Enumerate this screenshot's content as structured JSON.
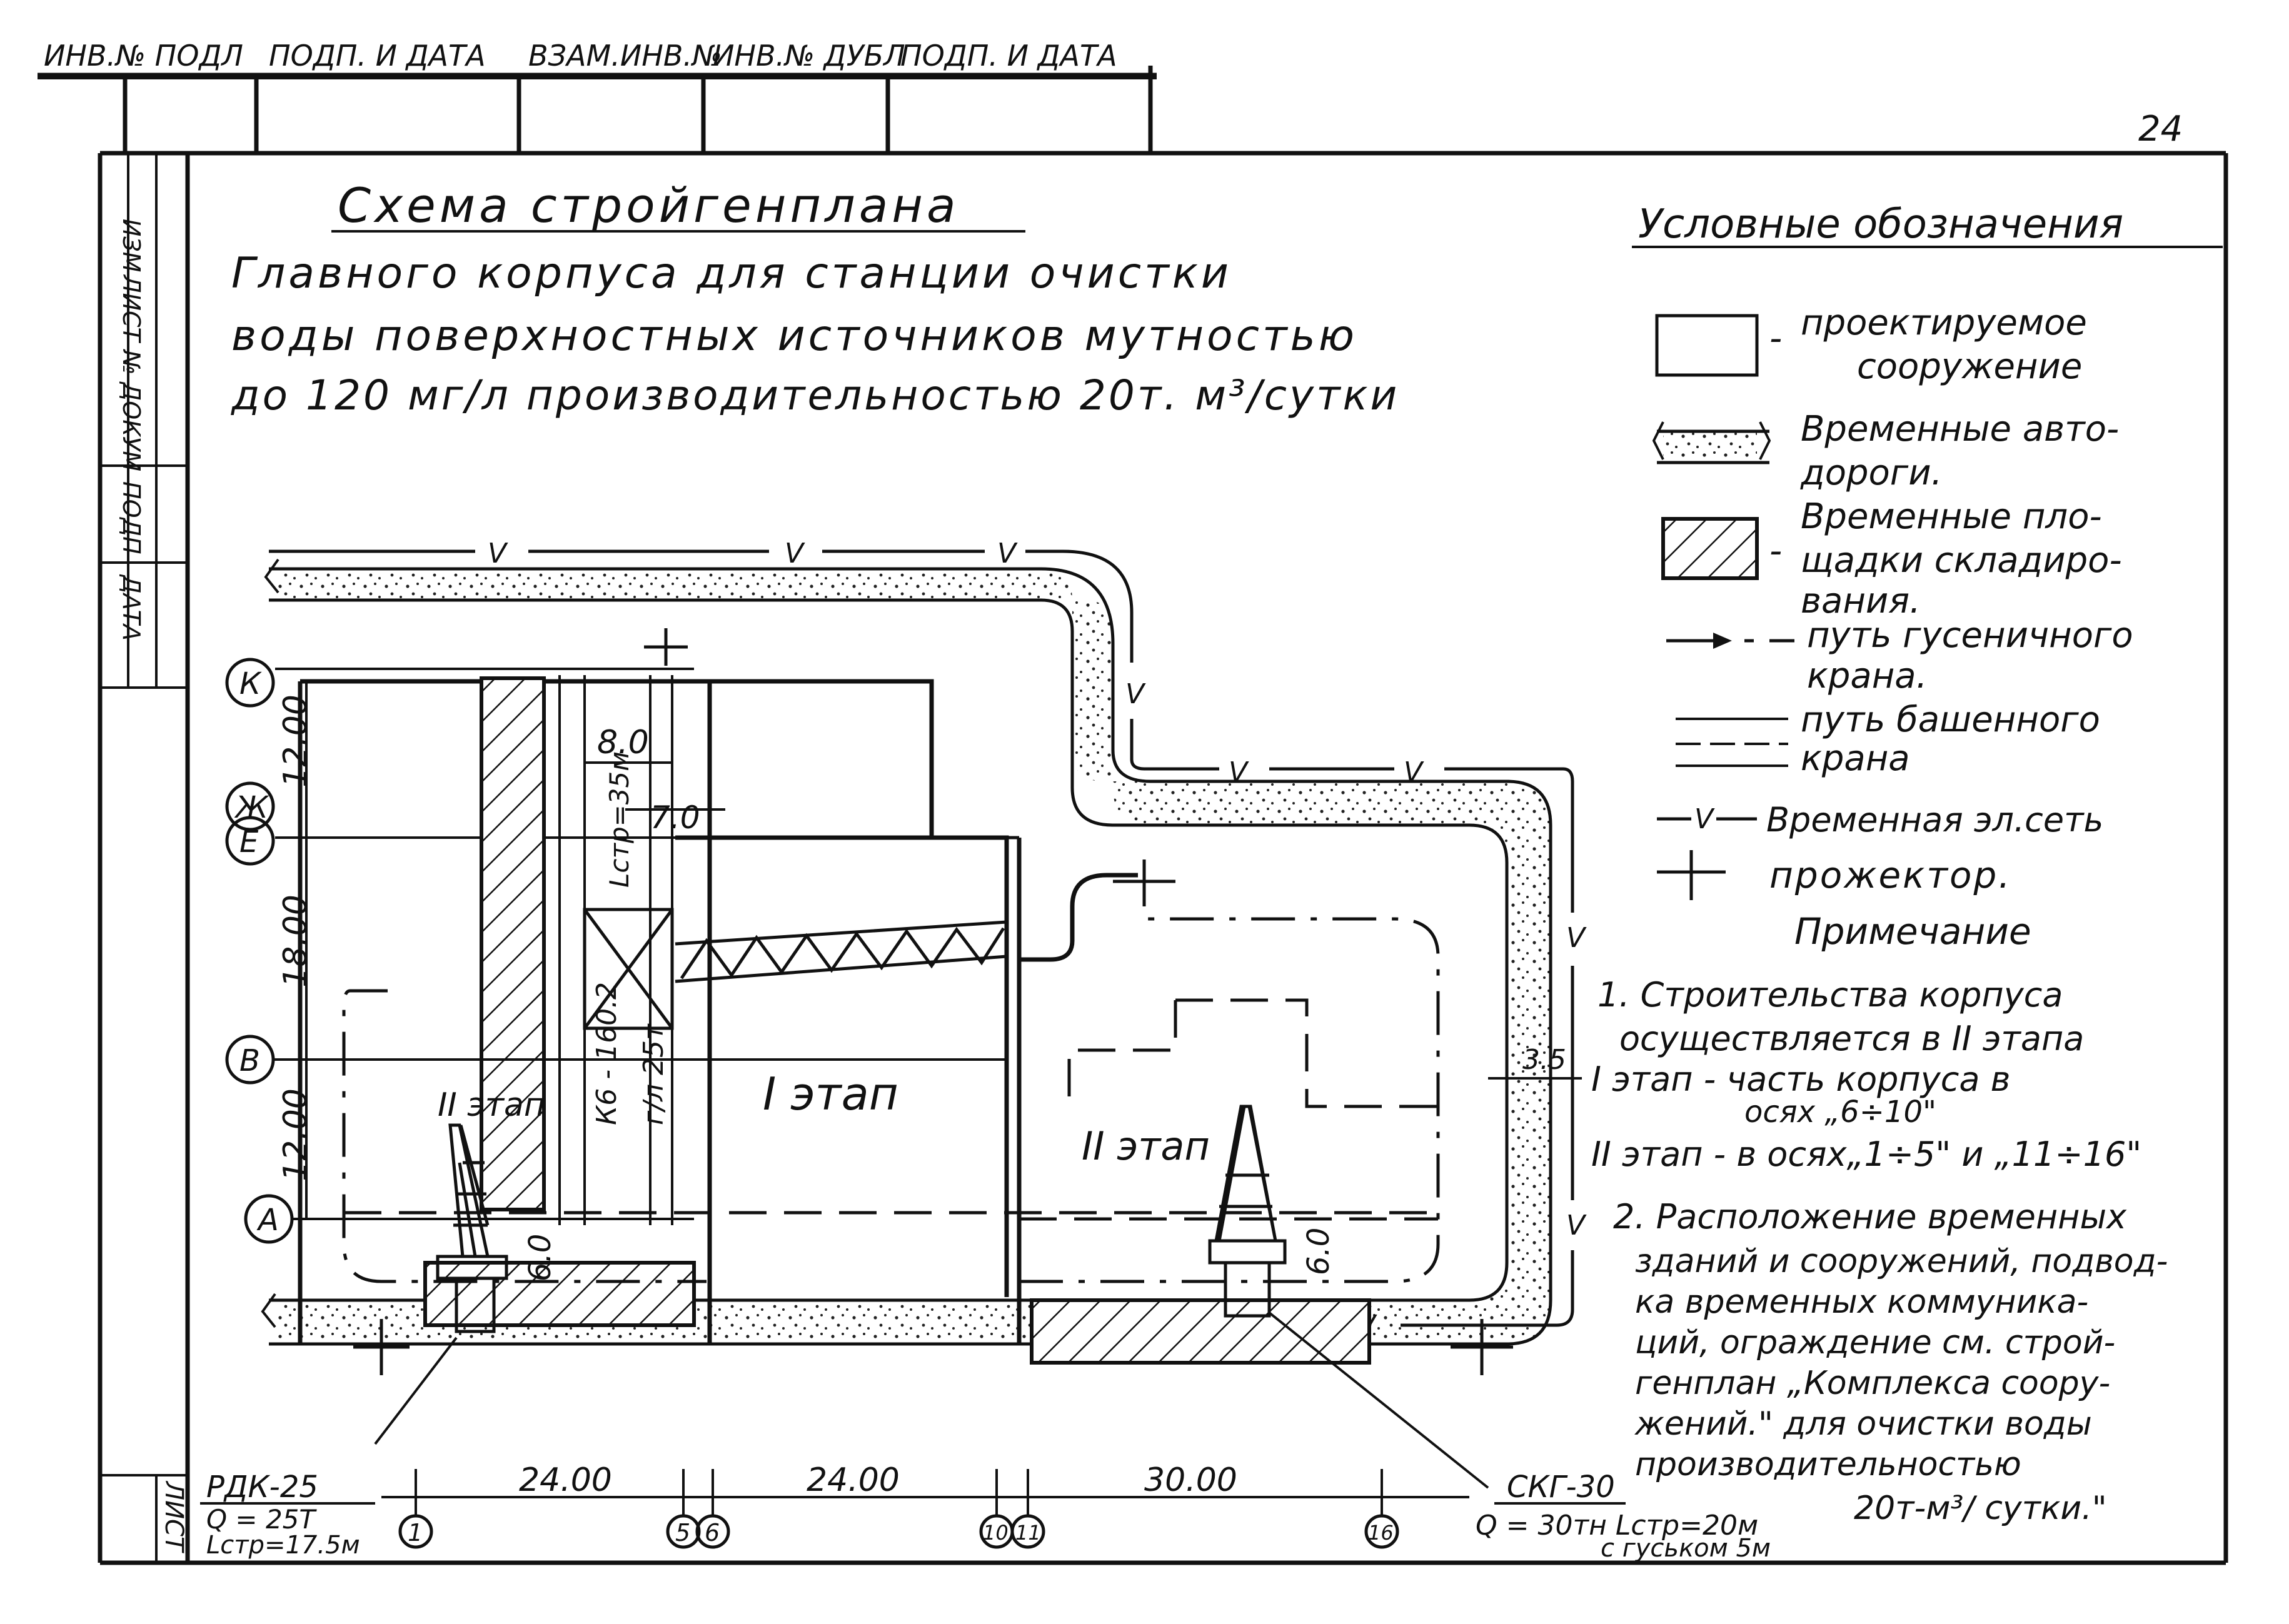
{
  "stamp_header": [
    "ИНВ.№ ПОДЛ",
    "ПОДП. И ДАТА",
    "ВЗАМ.ИНВ.№",
    "ИНВ.№ ДУБЛ",
    "ПОДП. И ДАТА"
  ],
  "left_strip": [
    "ИЗМ",
    "ЛИСТ",
    "№ ДОКУМ",
    "ПОДП",
    "ДАТА"
  ],
  "sheet_label": "ЛИСТ",
  "page_number": "24",
  "title": {
    "line1": "Схема стройгенплана",
    "line2": "Главного корпуса для станции очистки",
    "line3": "воды поверхностных источников мутностью",
    "line4": "до 120 мг/л производительностью 20т. м³/сутки"
  },
  "legend": {
    "heading": "Условные обозначения",
    "item1_a": "проектируемое",
    "item1_b": "сооружение",
    "item2_a": "Временные авто-",
    "item2_b": "дороги.",
    "item3_a": "Временные пло-",
    "item3_b": "щадки складиро-",
    "item3_c": "вания.",
    "item4_a": "путь гусеничного",
    "item4_b": "крана.",
    "item5_a": "путь башенного",
    "item5_b": "крана",
    "item6": "Временная эл.сеть",
    "item7": "прожектор."
  },
  "notes": {
    "heading": "Примечание",
    "n1_a": "1. Строительства корпуса",
    "n1_b": "осуществляется в II этапа",
    "n1_c": "I этап - часть корпуса в",
    "n1_d": "осях „6÷10\"",
    "n1_e": "II этап - в осях„1÷5\" и „11÷16\"",
    "n2_a": "2. Расположение временных",
    "n2_b": "зданий и сооружений, подвод-",
    "n2_c": "ка временных коммуника-",
    "n2_d": "ций, ограждение см. строй-",
    "n2_e": "генплан „Комплекса соору-",
    "n2_f": "жений.\" для очистки воды",
    "n2_g": "производительностью",
    "n2_h": "20т-м³/ сутки.\""
  },
  "axes_rows": [
    "К",
    "Ж",
    "Е",
    "В",
    "А"
  ],
  "axes_cols": [
    "1",
    "5",
    "6",
    "10",
    "11",
    "16"
  ],
  "dims": {
    "d12a": "12.00",
    "d18": "18.00",
    "d12b": "12.00",
    "d24a": "24.00",
    "d24b": "24.00",
    "d30": "30.00",
    "d8": "8.0",
    "d7": "7.0",
    "d6a": "6.0",
    "d6b": "6.0",
    "d35": "3.5"
  },
  "labels": {
    "stage1": "I этап",
    "stage2_left": "II этап",
    "stage2_right": "II этап",
    "tower_col1": "К6 - 160.2",
    "tower_col2": "г/л 25т",
    "tower_h": "Lстр=35м",
    "crane_left_a": "РДК-25",
    "crane_left_b": "Q = 25Т",
    "crane_left_c": "Lстр=17.5м",
    "crane_right_a": "СКГ-30",
    "crane_right_b": "Q = 30тн Lстр=20м",
    "crane_right_c": "с гуськом 5м",
    "v": "V"
  }
}
